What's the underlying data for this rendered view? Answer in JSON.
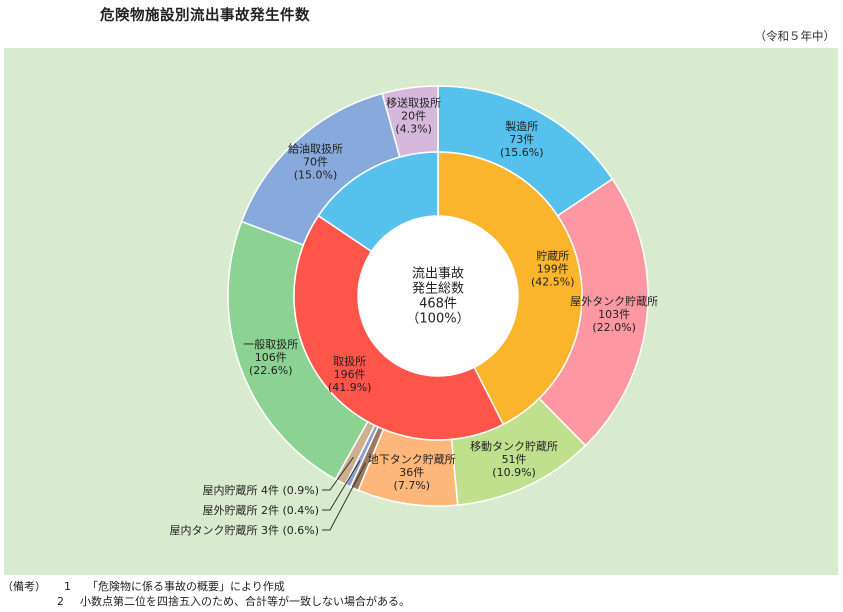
{
  "title": "危険物施設別流出事故発生件数",
  "period": "（令和５年中）",
  "notes": [
    {
      "head": "（備考）",
      "num": "1",
      "text": "「危険物に係る事故の概要」により作成"
    },
    {
      "head": "",
      "num": "2",
      "text": "小数点第二位を四捨五入のため、合計等が一致しない場合がある。"
    }
  ],
  "colors": {
    "panel_bg": "#d9ebcf",
    "center": "#ffffff"
  },
  "chart_data": {
    "type": "pie",
    "subtype": "nested-donut",
    "center_label": [
      "流出事故",
      "発生総数",
      "468件",
      "（100%）"
    ],
    "total": 468,
    "inner": [
      {
        "name": "貯蔵所",
        "value": 199,
        "count_label": "199件",
        "pct_label": "(42.5%)",
        "color": "#fbb52d"
      },
      {
        "name": "取扱所",
        "value": 196,
        "count_label": "196件",
        "pct_label": "(41.9%)",
        "color": "#fd5549"
      },
      {
        "name": "",
        "value": 73,
        "color": "#55c1ec"
      }
    ],
    "outer": [
      {
        "name": "製造所",
        "value": 73,
        "count_label": "73件",
        "pct_label": "(15.6%)",
        "color": "#55c1ec"
      },
      {
        "name": "屋外タンク貯蔵所",
        "value": 103,
        "count_label": "103件",
        "pct_label": "(22.0%)",
        "color": "#fd98a3"
      },
      {
        "name": "移動タンク貯蔵所",
        "value": 51,
        "count_label": "51件",
        "pct_label": "(10.9%)",
        "color": "#c1e08e"
      },
      {
        "name": "地下タンク貯蔵所",
        "value": 36,
        "count_label": "36件",
        "pct_label": "(7.7%)",
        "color": "#fdb77b"
      },
      {
        "name": "屋内タンク貯蔵所",
        "value": 3,
        "leader_label": "屋内タンク貯蔵所 3件 (0.6%)",
        "color": "#9c7a5e"
      },
      {
        "name": "屋外貯蔵所",
        "value": 2,
        "leader_label": "屋外貯蔵所 2件 (0.4%)",
        "color": "#8f9fd0"
      },
      {
        "name": "屋内貯蔵所",
        "value": 4,
        "leader_label": "屋内貯蔵所 4件 (0.9%)",
        "color": "#ccb190"
      },
      {
        "name": "一般取扱所",
        "value": 106,
        "count_label": "106件",
        "pct_label": "(22.6%)",
        "color": "#8cd292"
      },
      {
        "name": "給油取扱所",
        "value": 70,
        "count_label": "70件",
        "pct_label": "(15.0%)",
        "color": "#88a9dc"
      },
      {
        "name": "移送取扱所",
        "value": 20,
        "count_label": "20件",
        "pct_label": "(4.3%)",
        "color": "#d6b8dc"
      }
    ]
  }
}
